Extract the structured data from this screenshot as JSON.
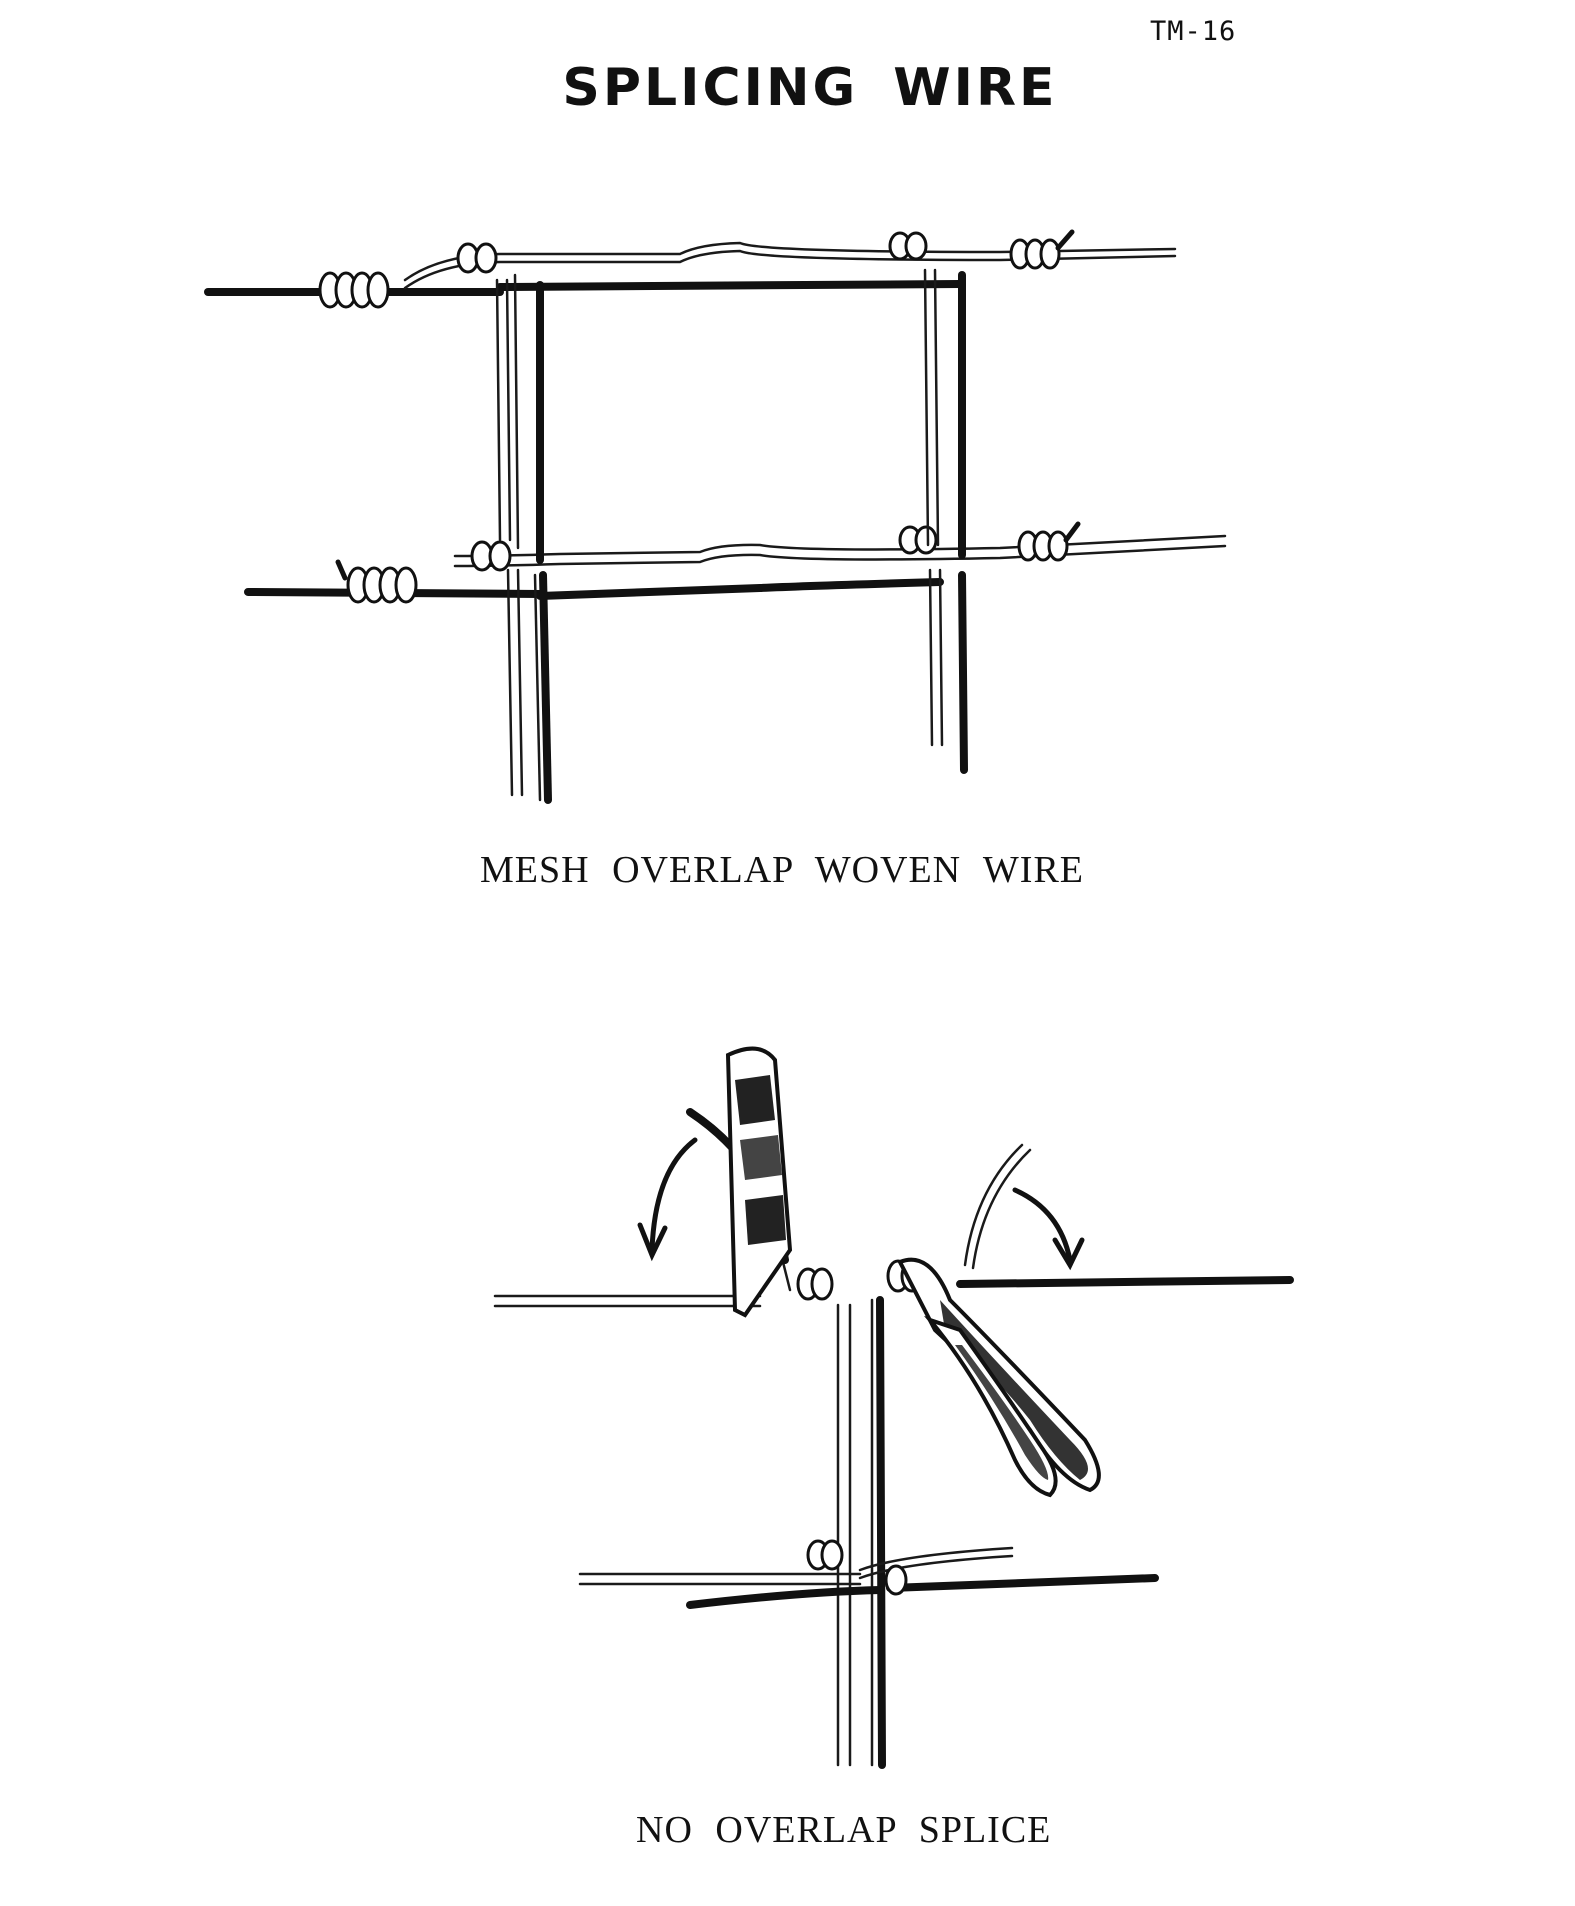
{
  "header": {
    "page_code": "TM-16",
    "title": "SPLICING WIRE"
  },
  "figures": [
    {
      "caption": "MESH OVERLAP WOVEN WIRE"
    },
    {
      "caption": "NO OVERLAP SPLICE"
    }
  ]
}
